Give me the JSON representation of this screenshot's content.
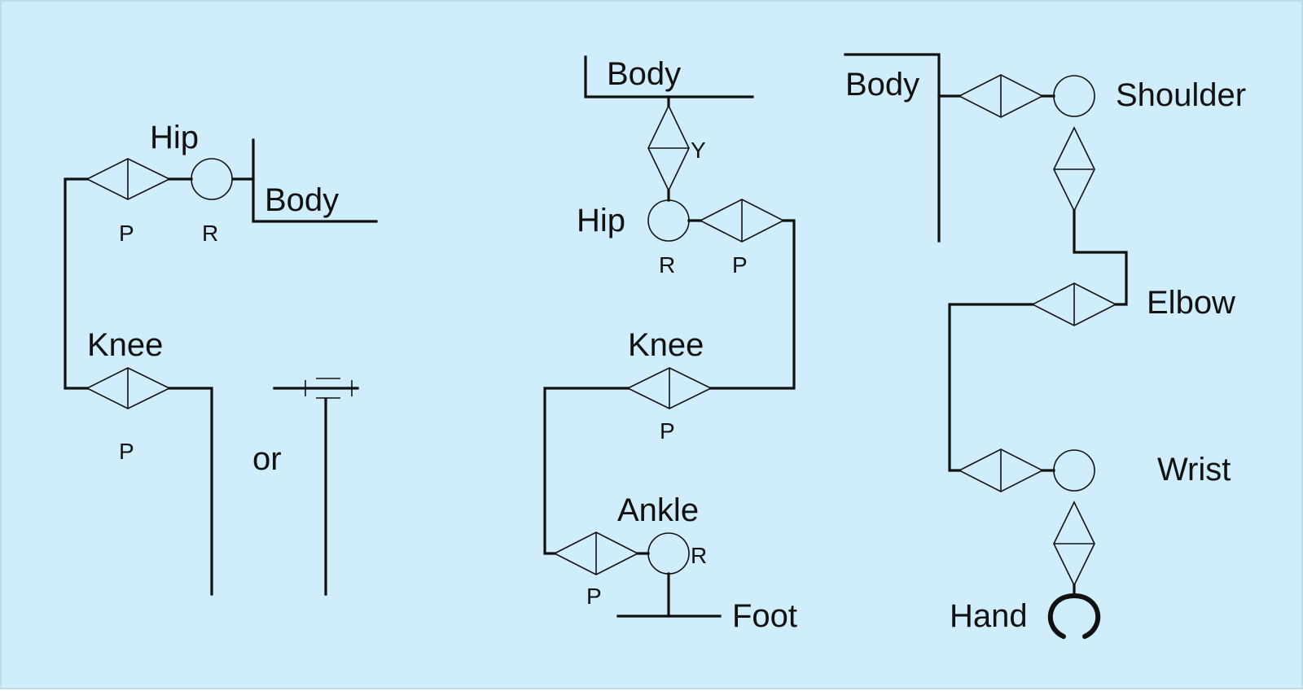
{
  "background_color": "#d0edfc",
  "line_color": "#111111",
  "leg_planar": {
    "hip": "Hip",
    "body": "Body",
    "hip_p": "P",
    "hip_r": "R",
    "knee": "Knee",
    "knee_p": "P",
    "or": "or"
  },
  "leg_full": {
    "body": "Body",
    "hip_y": "Y",
    "hip": "Hip",
    "hip_r": "R",
    "hip_p": "P",
    "knee": "Knee",
    "knee_p": "P",
    "ankle": "Ankle",
    "ankle_r": "R",
    "ankle_p": "P",
    "foot": "Foot"
  },
  "arm": {
    "body": "Body",
    "shoulder": "Shoulder",
    "elbow": "Elbow",
    "wrist": "Wrist",
    "hand": "Hand"
  }
}
